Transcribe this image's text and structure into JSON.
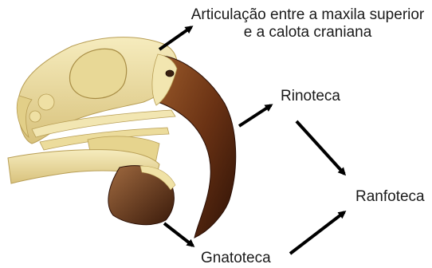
{
  "labels": {
    "articulation": "Articulação entre a maxila superior e a calota craniana",
    "rhinotheca": "Rinoteca",
    "rhamphotheca": "Ranfoteca",
    "gnathotheca": "Gnatoteca"
  },
  "colors": {
    "bone": "#f0e3a8",
    "bone_shadow": "#c9b46a",
    "beak_horn": "#7a3e1a",
    "beak_dark": "#3a1a0a",
    "arrow": "#000000",
    "text": "#1a1a1a"
  }
}
